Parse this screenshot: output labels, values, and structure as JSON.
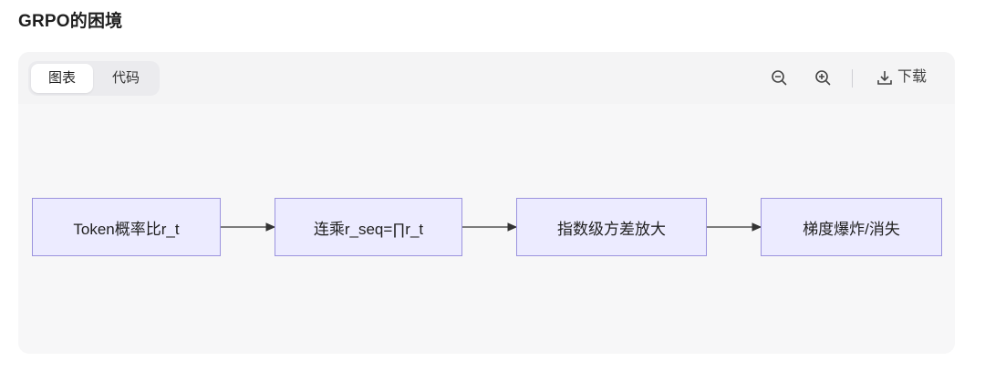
{
  "page": {
    "title": "GRPO的困境"
  },
  "toolbar": {
    "tabs": [
      {
        "label": "图表",
        "active": true
      },
      {
        "label": "代码",
        "active": false
      }
    ],
    "zoom_out_icon": "zoom-out-icon",
    "zoom_in_icon": "zoom-in-icon",
    "download_icon": "download-icon",
    "download_label": "下载"
  },
  "diagram": {
    "nodes": [
      {
        "label": "Token概率比r_t"
      },
      {
        "label": "连乘r_seq=∏r_t"
      },
      {
        "label": "指数级方差放大"
      },
      {
        "label": "梯度爆炸/消失"
      }
    ],
    "colors": {
      "node_fill": "#ecebff",
      "node_border": "#9b93de",
      "arrow": "#333333"
    }
  }
}
